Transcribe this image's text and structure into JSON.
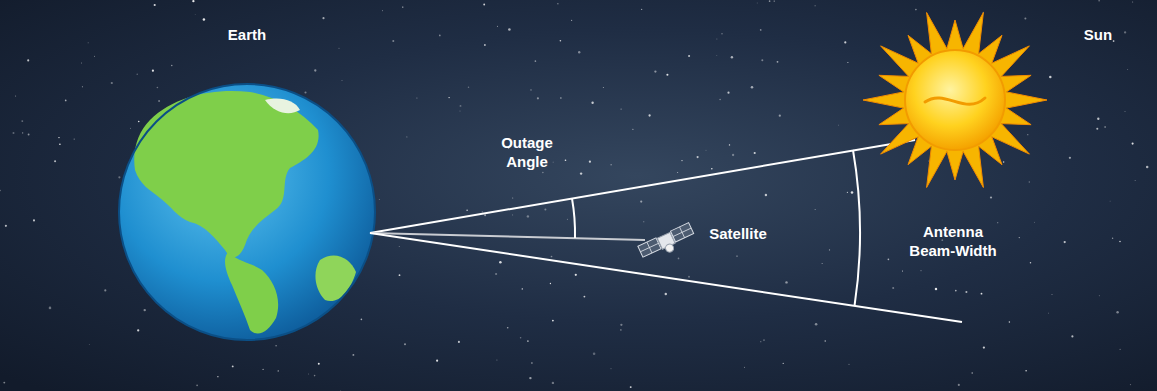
{
  "diagram": {
    "labels": [
      "Earth",
      "Sun",
      "Outage Angle",
      "Satellite",
      "Antenna Beam-Width"
    ]
  }
}
